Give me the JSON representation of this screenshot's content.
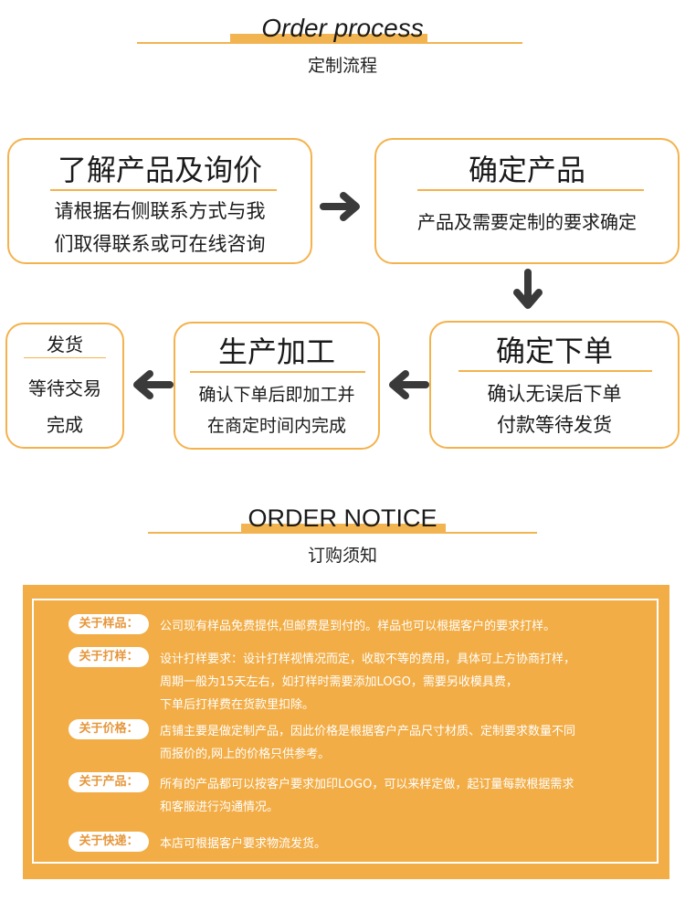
{
  "process": {
    "title_en": "Order process",
    "title_cn": "定制流程"
  },
  "steps": [
    {
      "title": "了解产品及询价",
      "lines": [
        "请根据右侧联系方式与我",
        "们取得联系或可在线咨询"
      ]
    },
    {
      "title": "确定产品",
      "lines": [
        "产品及需要定制的要求确定"
      ]
    },
    {
      "title": "确定下单",
      "lines": [
        "确认无误后下单",
        "付款等待发货"
      ]
    },
    {
      "title": "生产加工",
      "lines": [
        "确认下单后即加工并",
        "在商定时间内完成"
      ]
    },
    {
      "title": "发货",
      "lines": [
        "等待交易",
        "完成"
      ]
    }
  ],
  "notice": {
    "title_en": "ORDER NOTICE",
    "title_cn": "订购须知",
    "items": [
      {
        "label": "关于样品：",
        "text": "公司现有样品免费提供,但邮费是到付的。样品也可以根据客户的要求打样。"
      },
      {
        "label": "关于打样：",
        "text": "设计打样要求：设计打样视情况而定，收取不等的费用，具体可上方协商打样，\n周期一般为15天左右，如打样时需要添加LOGO，需要另收模具费，\n下单后打样费在货款里扣除。"
      },
      {
        "label": "关于价格：",
        "text": "店铺主要是做定制产品，因此价格是根据客户产品尺寸材质、定制要求数量不同\n而报价的,网上的价格只供参考。"
      },
      {
        "label": "关于产品：",
        "text": "所有的产品都可以按客户要求加印LOGO，可以来样定做，起订量每款根据需求\n和客服进行沟通情况。"
      },
      {
        "label": "关于快递：",
        "text": "本店可根据客户要求物流发货。"
      }
    ]
  },
  "colors": {
    "accent": "#f2ad46",
    "arrow": "#3a3a3a"
  }
}
